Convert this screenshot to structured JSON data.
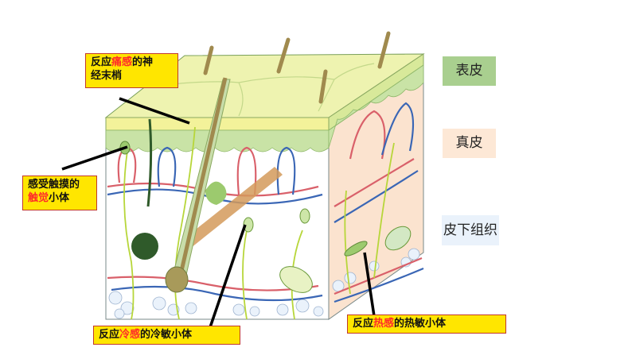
{
  "diagram": {
    "subject": "skin cross-section with sensory receptors",
    "layers": [
      {
        "label": "表皮",
        "color": "#a9cf8f"
      },
      {
        "label": "真皮",
        "color": "#fde8d6"
      },
      {
        "label": "皮下组织",
        "color": "#eaf2fb"
      }
    ],
    "callouts": {
      "pain": {
        "pre": "反应",
        "highlight": "痛感",
        "post": "的神",
        "line2": "经末梢"
      },
      "touch": {
        "line1": "感受触摸的",
        "highlight": "触觉",
        "post": "小体"
      },
      "cold": {
        "pre": "反应",
        "highlight": "冷感",
        "post": "的冷敏小体"
      },
      "heat": {
        "pre": "反应",
        "highlight": "热感",
        "post": "的热敏小体"
      }
    },
    "colors": {
      "callout_bg": "#ffe600",
      "callout_border": "#c0392b",
      "highlight_text": "#ff2a2a",
      "epidermis_top": "#eef3b0",
      "dermis_side": "#fbe3cf",
      "artery": "#d9606a",
      "vein": "#3a66b5",
      "nerve": "#b7d63a",
      "hair": "#a08a4e"
    }
  }
}
